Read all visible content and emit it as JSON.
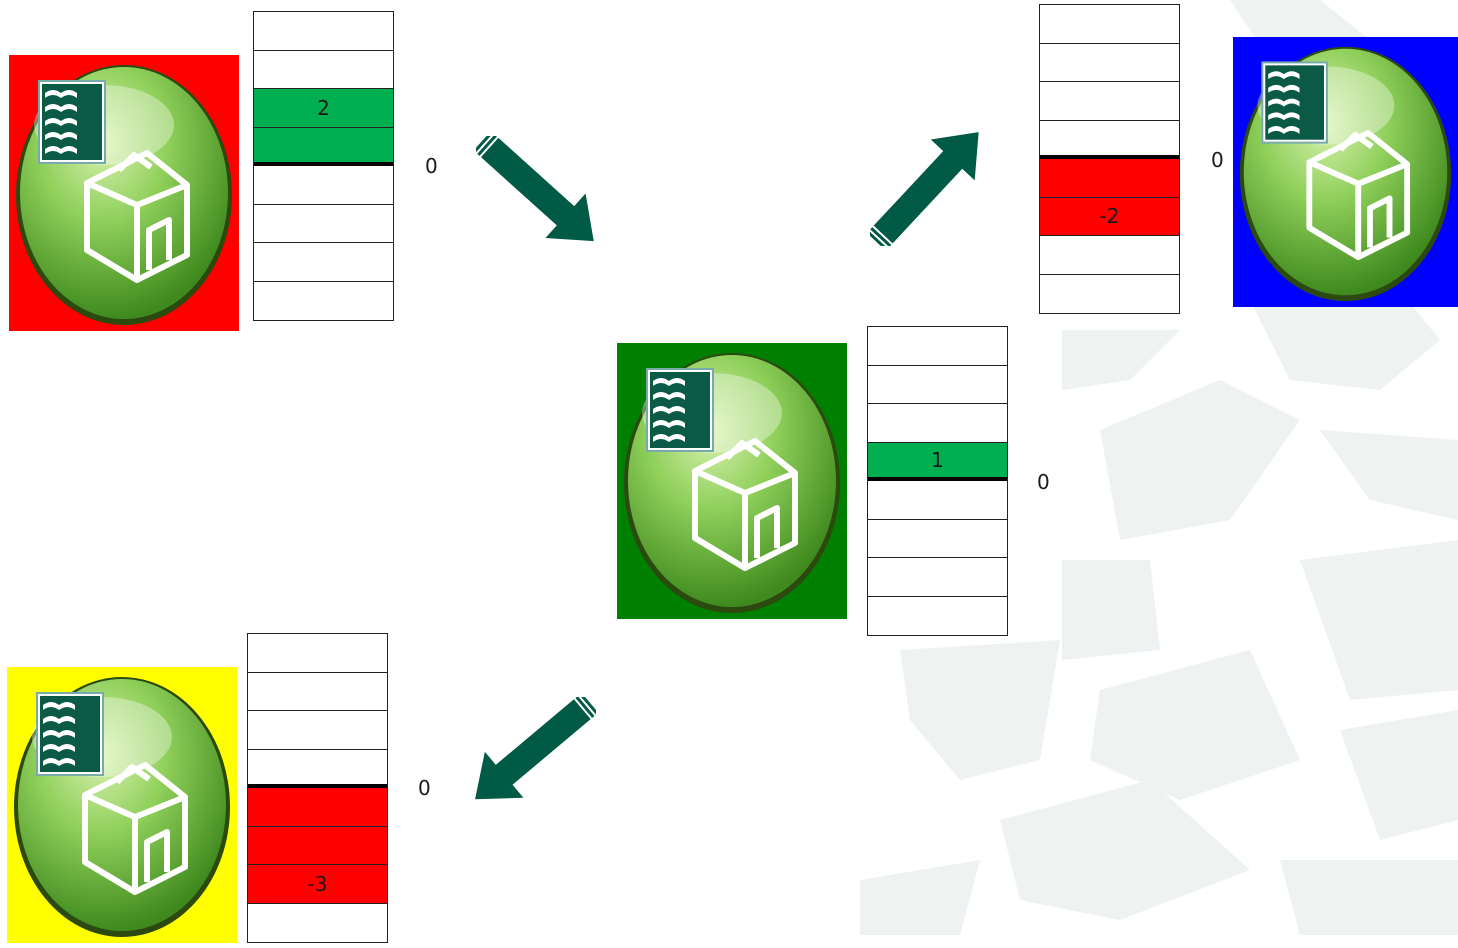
{
  "colors": {
    "player_1": "#ff0000",
    "player_2": "#0000ff",
    "player_3": "#008000",
    "player_4": "#ffff00",
    "positive_cell": "#00b050",
    "negative_cell": "#ff0000",
    "arrow": "#005a46"
  },
  "players": [
    {
      "id": "red",
      "tile_color": "#ff0000",
      "meter": [
        "",
        "",
        "2",
        "",
        "",
        "",
        "",
        ""
      ],
      "meter_fill": "positive",
      "meter_filled_cells": [
        2,
        3
      ],
      "thick_after": 3,
      "zero_label": "0",
      "icon": "home-bubble-icon"
    },
    {
      "id": "blue",
      "tile_color": "#0000ff",
      "meter": [
        "",
        "",
        "",
        "",
        "",
        "-2",
        "",
        ""
      ],
      "meter_fill": "negative",
      "meter_filled_cells": [
        4,
        5
      ],
      "thick_after": 3,
      "zero_label": "0",
      "icon": "home-bubble-icon"
    },
    {
      "id": "green",
      "tile_color": "#008000",
      "meter": [
        "",
        "",
        "",
        "1",
        "",
        "",
        "",
        ""
      ],
      "meter_fill": "positive",
      "meter_filled_cells": [
        3
      ],
      "thick_after": 3,
      "zero_label": "0",
      "icon": "home-bubble-icon"
    },
    {
      "id": "yellow",
      "tile_color": "#ffff00",
      "meter": [
        "",
        "",
        "",
        "",
        "",
        "",
        "-3",
        ""
      ],
      "meter_fill": "negative",
      "meter_filled_cells": [
        4,
        5,
        6
      ],
      "thick_after": 3,
      "zero_label": "0",
      "icon": "home-bubble-icon"
    }
  ],
  "arrows": [
    {
      "name": "arrow-red-to-green",
      "direction": "down-right"
    },
    {
      "name": "arrow-green-to-blue",
      "direction": "up-right"
    },
    {
      "name": "arrow-green-to-yellow",
      "direction": "down-left"
    }
  ]
}
